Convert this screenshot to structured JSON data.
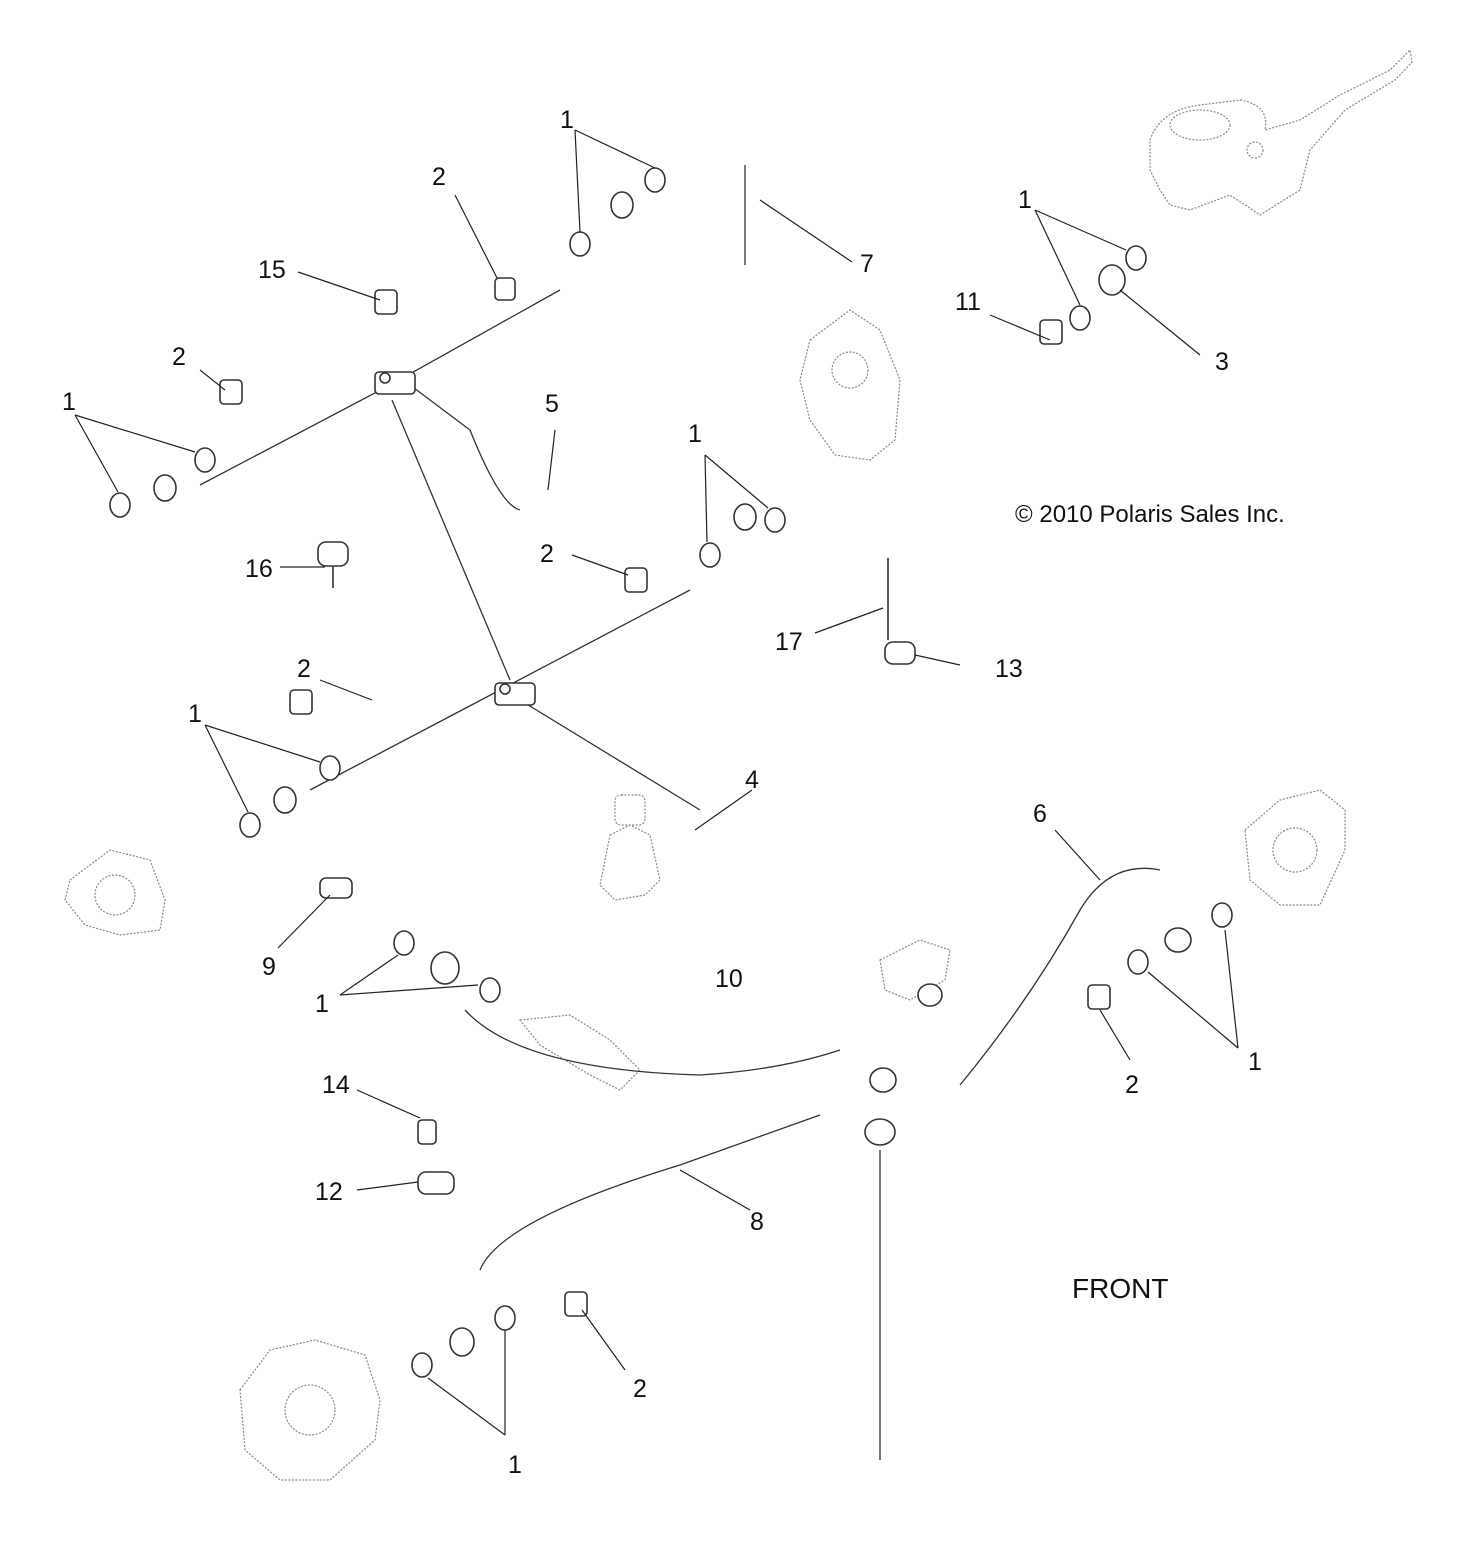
{
  "diagram": {
    "title": "Brake lines exploded parts diagram",
    "copyright": "© 2010 Polaris Sales Inc.",
    "orientation_label": "FRONT",
    "callouts": [
      {
        "id": "c1a",
        "label": "1"
      },
      {
        "id": "c2a",
        "label": "2"
      },
      {
        "id": "c15",
        "label": "15"
      },
      {
        "id": "c7",
        "label": "7"
      },
      {
        "id": "c1b",
        "label": "1"
      },
      {
        "id": "c11",
        "label": "11"
      },
      {
        "id": "c3",
        "label": "3"
      },
      {
        "id": "c2b",
        "label": "2"
      },
      {
        "id": "c1c",
        "label": "1"
      },
      {
        "id": "c5",
        "label": "5"
      },
      {
        "id": "c1d",
        "label": "1"
      },
      {
        "id": "c16",
        "label": "16"
      },
      {
        "id": "c2c",
        "label": "2"
      },
      {
        "id": "c17",
        "label": "17"
      },
      {
        "id": "c13",
        "label": "13"
      },
      {
        "id": "c2d",
        "label": "2"
      },
      {
        "id": "c1e",
        "label": "1"
      },
      {
        "id": "c4",
        "label": "4"
      },
      {
        "id": "c6",
        "label": "6"
      },
      {
        "id": "c9",
        "label": "9"
      },
      {
        "id": "c10",
        "label": "10"
      },
      {
        "id": "c1f",
        "label": "1"
      },
      {
        "id": "c2e",
        "label": "2"
      },
      {
        "id": "c1g",
        "label": "1"
      },
      {
        "id": "c14",
        "label": "14"
      },
      {
        "id": "c12",
        "label": "12"
      },
      {
        "id": "c8",
        "label": "8"
      },
      {
        "id": "c2f",
        "label": "2"
      },
      {
        "id": "c1h",
        "label": "1"
      }
    ]
  }
}
